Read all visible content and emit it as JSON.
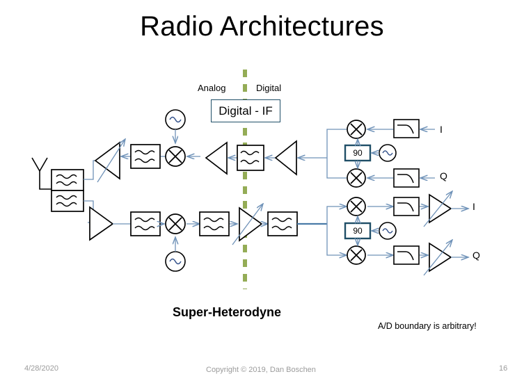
{
  "slide": {
    "title": "Radio Architectures",
    "architecture_name": "Super-Heterodyne",
    "note": "A/D boundary is arbitrary!"
  },
  "boundary": {
    "analog_label": "Analog",
    "digital_label": "Digital",
    "line_color": "#94ac56",
    "style": "dashed-vertical"
  },
  "digital_if": {
    "label": "Digital - IF",
    "border_color": "#1f4e67"
  },
  "receive_chain": {
    "name": "receive-downconversion-path",
    "blocks": [
      {
        "type": "antenna",
        "name": "antenna"
      },
      {
        "type": "bandpass-filter",
        "name": "duplexer-rx-filter"
      },
      {
        "type": "variable-gain-amplifier",
        "name": "lna-variable-gain"
      },
      {
        "type": "bandpass-filter",
        "name": "rf-bandpass-filter"
      },
      {
        "type": "mixer",
        "name": "rf-mixer"
      },
      {
        "type": "oscillator",
        "name": "rf-local-oscillator"
      },
      {
        "type": "amplifier",
        "name": "if-amplifier"
      },
      {
        "type": "bandpass-filter",
        "name": "digital-if-filter"
      },
      {
        "type": "amplifier",
        "name": "if-output-amplifier"
      }
    ]
  },
  "transmit_chain": {
    "name": "transmit-upconversion-path",
    "blocks": [
      {
        "type": "bandpass-filter",
        "name": "duplexer-tx-filter"
      },
      {
        "type": "amplifier",
        "name": "power-amplifier"
      },
      {
        "type": "bandpass-filter",
        "name": "tx-bandpass-filter-1"
      },
      {
        "type": "mixer",
        "name": "tx-mixer"
      },
      {
        "type": "oscillator",
        "name": "tx-local-oscillator"
      },
      {
        "type": "bandpass-filter",
        "name": "tx-bandpass-filter-2"
      },
      {
        "type": "variable-gain-amplifier",
        "name": "tx-variable-gain-amplifier"
      },
      {
        "type": "bandpass-filter",
        "name": "tx-if-filter"
      }
    ]
  },
  "iq_upper": {
    "name": "receive-iq-demodulator",
    "phase_shift_label": "90",
    "i_label": "I",
    "q_label": "Q",
    "blocks": [
      {
        "type": "mixer",
        "name": "iq-mixer-i-upper"
      },
      {
        "type": "mixer",
        "name": "iq-mixer-q-upper"
      },
      {
        "type": "phase-shifter",
        "name": "phase-shifter-upper"
      },
      {
        "type": "oscillator",
        "name": "iq-oscillator-upper"
      },
      {
        "type": "lowpass-filter",
        "name": "lowpass-filter-i-upper"
      },
      {
        "type": "lowpass-filter",
        "name": "lowpass-filter-q-upper"
      }
    ]
  },
  "iq_lower": {
    "name": "transmit-iq-modulator",
    "phase_shift_label": "90",
    "i_label": "I",
    "q_label": "Q",
    "blocks": [
      {
        "type": "mixer",
        "name": "iq-mixer-i-lower"
      },
      {
        "type": "mixer",
        "name": "iq-mixer-q-lower"
      },
      {
        "type": "phase-shifter",
        "name": "phase-shifter-lower"
      },
      {
        "type": "oscillator",
        "name": "iq-oscillator-lower"
      },
      {
        "type": "lowpass-filter",
        "name": "lowpass-filter-i-lower"
      },
      {
        "type": "lowpass-filter",
        "name": "lowpass-filter-q-lower"
      },
      {
        "type": "variable-gain-amplifier",
        "name": "output-vga-i"
      },
      {
        "type": "variable-gain-amplifier",
        "name": "output-vga-q"
      }
    ]
  },
  "footer": {
    "date": "4/28/2020",
    "copyright": "Copyright © 2019, Dan Boschen",
    "page": "16"
  },
  "colors": {
    "wire": "#6f92b8",
    "wire_thick": "#4a7ba8",
    "symbol_outline": "#000000",
    "accent_box": "#1f4e67",
    "boundary_green": "#94ac56",
    "footer_text": "#9b9b9b"
  }
}
